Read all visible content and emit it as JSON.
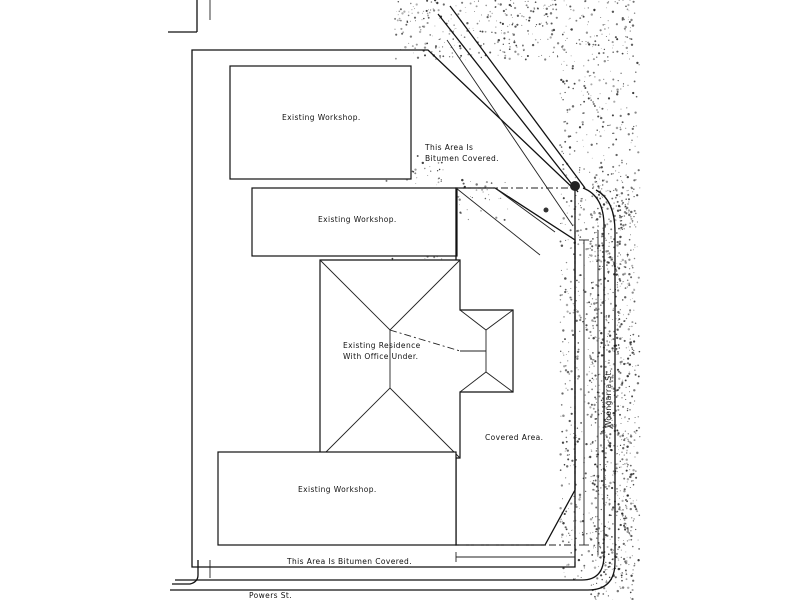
{
  "labels": {
    "workshop_top": "Existing Workshop.",
    "bitumen_note_line1": "This Area Is",
    "bitumen_note_line2": "Bitumen Covered.",
    "workshop_middle": "Existing Workshop.",
    "residence_line1": "Existing Residence",
    "residence_line2": "With Office Under.",
    "covered_area": "Covered Area.",
    "workshop_bottom": "Existing Workshop.",
    "bitumen_bottom": "This Area Is Bitumen Covered.",
    "street_bottom": "Powers St.",
    "street_right": "Woongarra St."
  },
  "colors": {
    "line": "#111111",
    "speckle": "#222222"
  }
}
